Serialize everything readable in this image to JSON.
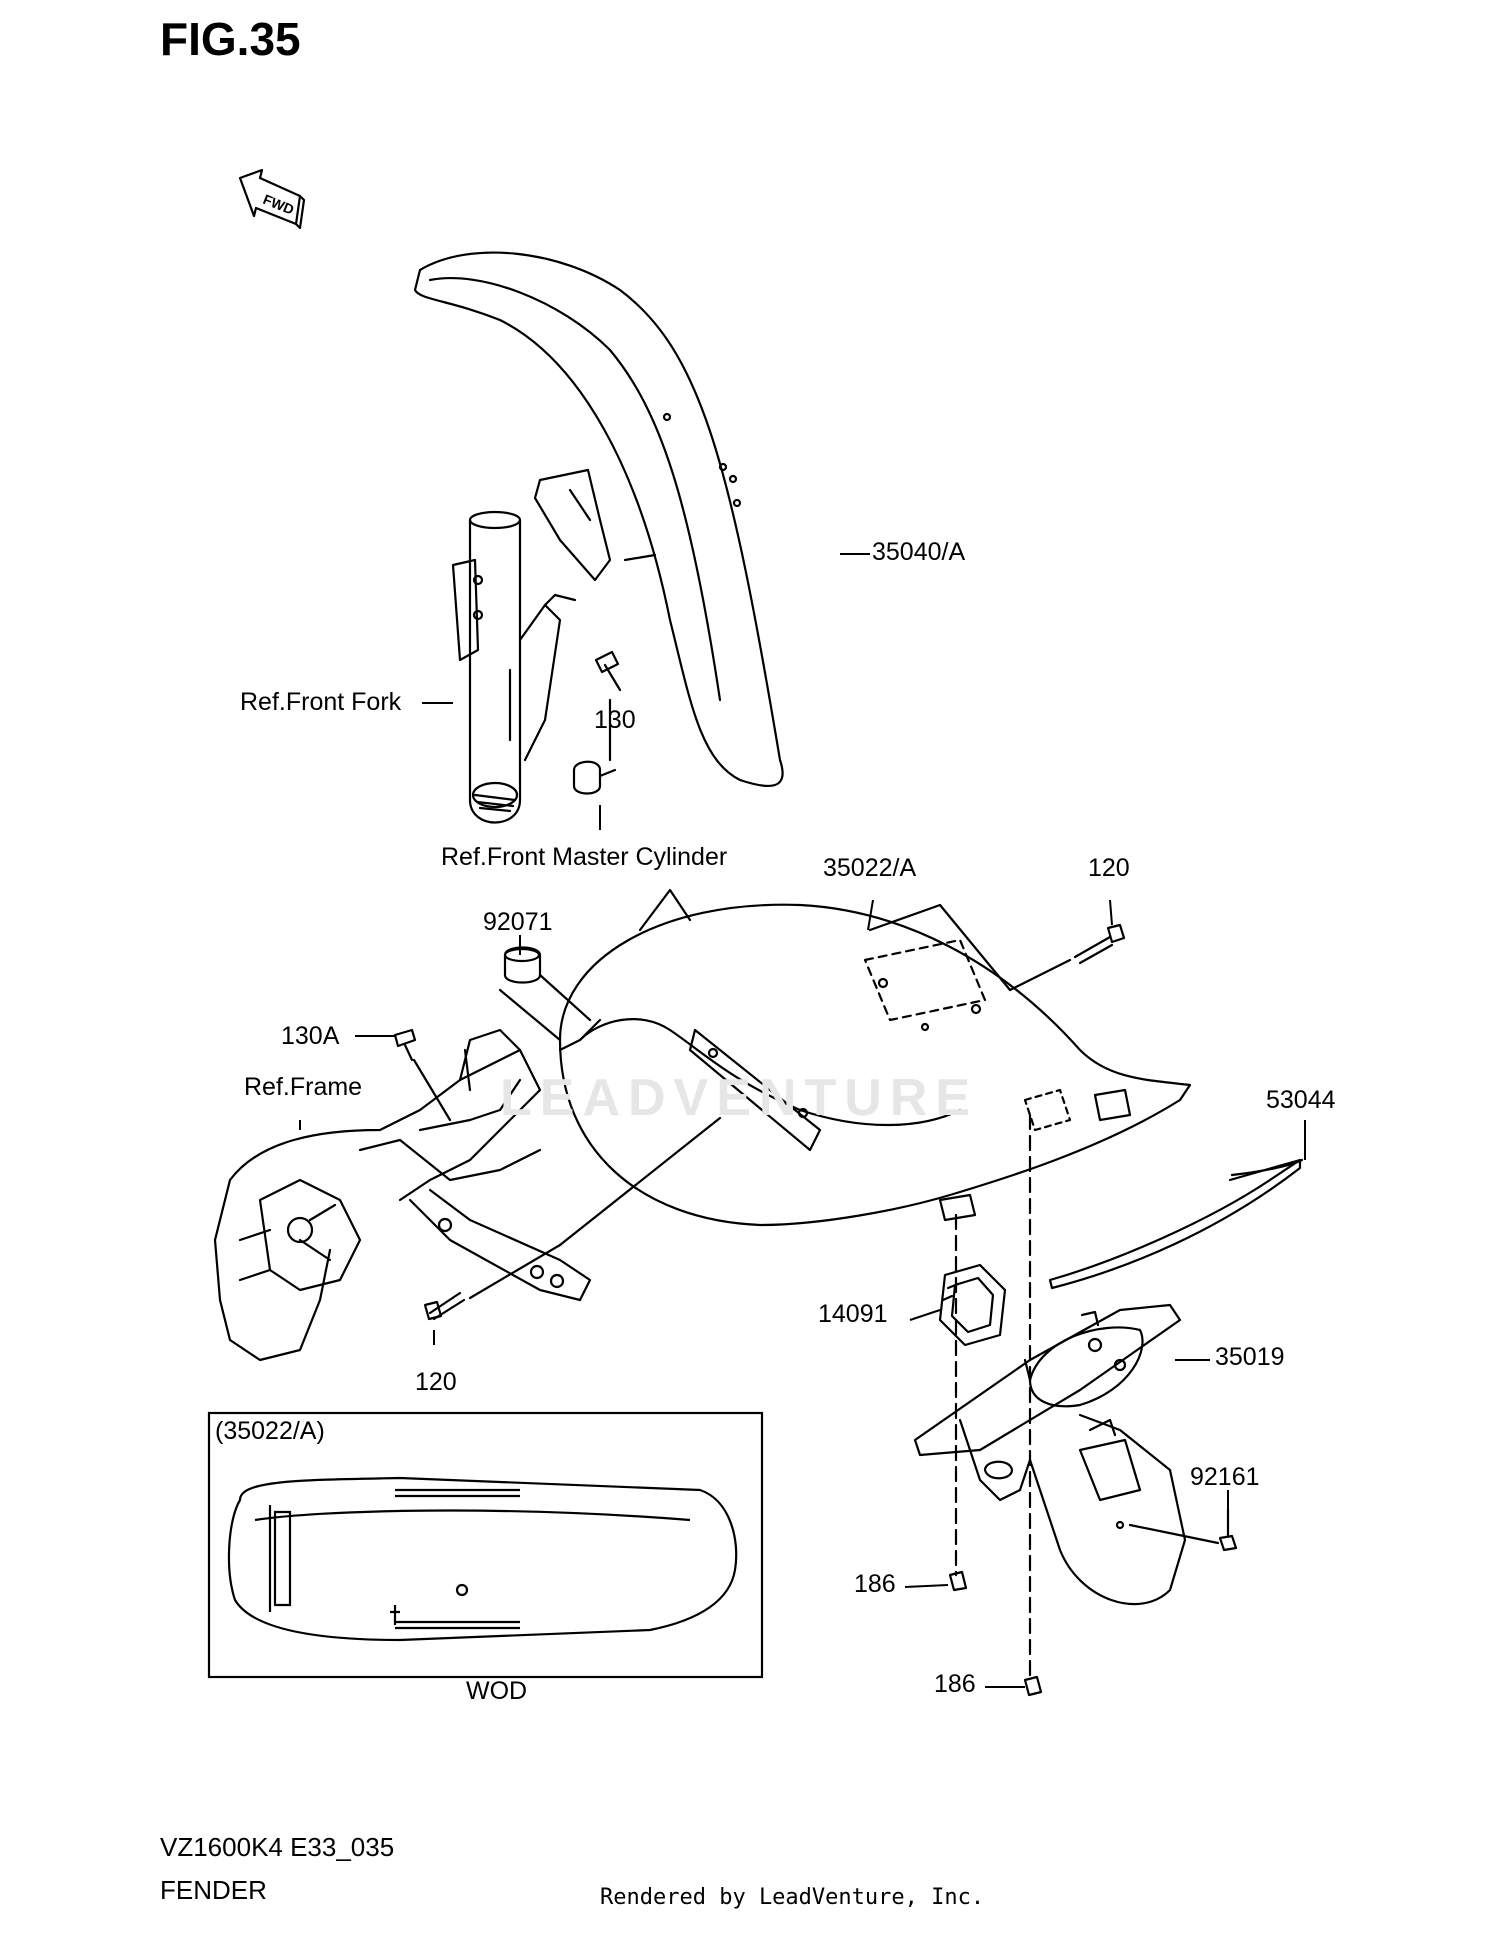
{
  "figure": {
    "title": "FIG.35",
    "fwd_label": "FWD"
  },
  "callouts": {
    "front_fender": "35040/A",
    "front_fork": "Ref.Front Fork",
    "bolt_130": "130",
    "front_master_cylinder": "Ref.Front Master Cylinder",
    "rear_fender": "35022/A",
    "bolt_120_top": "120",
    "cushion_92071": "92071",
    "bolt_130A": "130A",
    "frame": "Ref.Frame",
    "cable_53044": "53044",
    "grommet_14091": "14091",
    "rear_fender_lower": "35019",
    "bolt_120_bottom": "120",
    "clip_92161": "92161",
    "screw_186_a": "186",
    "screw_186_b": "186"
  },
  "inset": {
    "title": "(35022/A)",
    "caption": "WOD"
  },
  "watermark": {
    "text": "LEADVENTURE"
  },
  "footer": {
    "model": "VZ1600K4 E33_035",
    "section": "FENDER",
    "rendered_by": "Rendered by LeadVenture, Inc."
  }
}
